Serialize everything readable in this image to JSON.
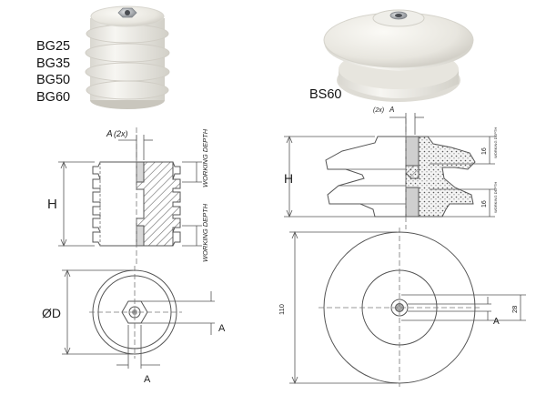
{
  "left_product": {
    "models": [
      "BG25",
      "BG35",
      "BG50",
      "BG60"
    ]
  },
  "right_product": {
    "model": "BS60"
  },
  "left_drawing": {
    "dim_a_thread": "A",
    "dim_a_thread_qty": "(2x)",
    "height_label": "H",
    "working_depth_top": "WORKING DEPTH",
    "working_depth_bottom": "WORKING DEPTH",
    "diameter_label": "ØD",
    "dim_a_side": "A",
    "dim_a_bottom": "A"
  },
  "right_drawing": {
    "dim_a_thread": "A",
    "dim_a_thread_qty": "(2x)",
    "height_label": "H",
    "working_depth_top": "WORKING DEPTH",
    "working_depth_bottom": "WORKING DEPTH",
    "dim_16_top": "16",
    "dim_16_bottom": "16",
    "dim_110": "110",
    "dim_28": "28",
    "dim_a_side": "A"
  },
  "colors": {
    "porcelain": "#ecebe6",
    "porcelain_shadow": "#cfcdc6",
    "line": "#555555",
    "hatch": "#777777",
    "metal": "#b9bcc0"
  }
}
